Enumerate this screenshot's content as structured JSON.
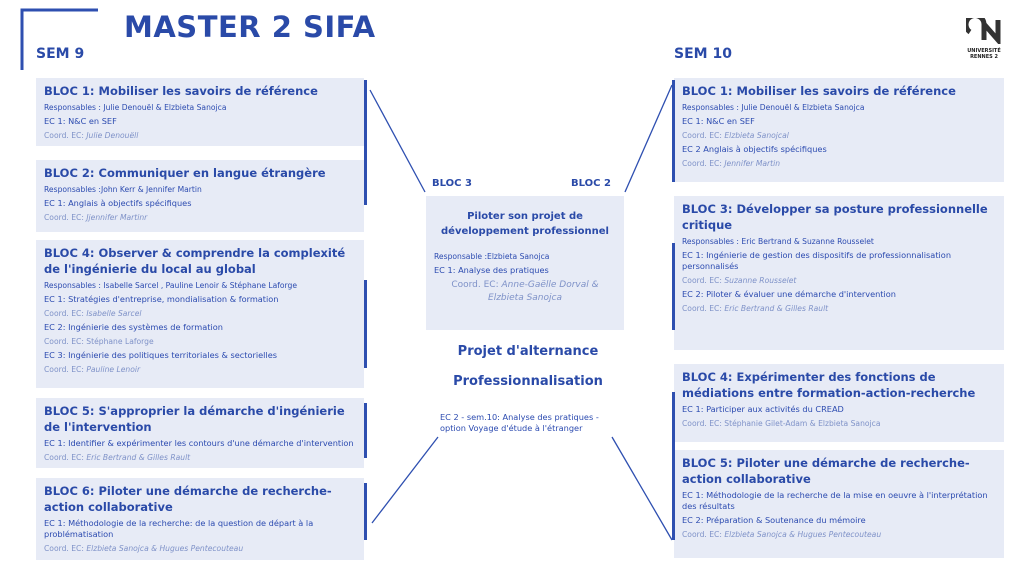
{
  "title": "MASTER 2 SIFA",
  "logo": {
    "text1": "UNIVERSITÉ",
    "text2": "RENNES 2"
  },
  "sem9": {
    "label": "SEM 9",
    "blocs": [
      {
        "title": "BLOC 1: Mobiliser les savoirs de référence",
        "lines": [
          {
            "kind": "resp",
            "text": "Responsables : Julie Denouël & Elzbieta Sanojca"
          },
          {
            "kind": "ec",
            "text": "EC 1: N&C en SEF"
          },
          {
            "kind": "coord",
            "label": "Coord. EC:",
            "text": "Julie Denouëll"
          }
        ]
      },
      {
        "title": "BLOC 2: Communiquer en langue étrangère",
        "lines": [
          {
            "kind": "resp",
            "text": "Responsables :John Kerr & Jennifer Martin"
          },
          {
            "kind": "ec",
            "text": "EC 1: Anglais à objectifs spécifiques"
          },
          {
            "kind": "coord",
            "label": "Coord. EC:",
            "text": "Jjennifer Martinr"
          }
        ]
      },
      {
        "title": "BLOC 4: Observer & comprendre la complexité de l'ingénierie du local au global",
        "lines": [
          {
            "kind": "resp",
            "text": "Responsables : Isabelle Sarcel , Pauline Lenoir & Stéphane Laforge"
          },
          {
            "kind": "ec",
            "text": "EC 1: Stratégies d'entreprise, mondialisation & formation"
          },
          {
            "kind": "coord",
            "label": "Coord. EC:",
            "text": "Isabelle Sarcel"
          },
          {
            "kind": "ec",
            "text": "EC 2: Ingénierie des systèmes de formation"
          },
          {
            "kind": "coord",
            "label": "Coord. EC: Stéphane Laforge",
            "text": ""
          },
          {
            "kind": "ec",
            "text": "EC 3: Ingénierie des politiques territoriales & sectorielles"
          },
          {
            "kind": "coord",
            "label": "Coord. EC:",
            "text": "Pauline Lenoir"
          }
        ]
      },
      {
        "title": "BLOC 5: S'approprier la démarche d'ingénierie de l'intervention",
        "lines": [
          {
            "kind": "ec",
            "text": "EC 1: Identifier & expérimenter les contours d'une démarche d'intervention"
          },
          {
            "kind": "coord",
            "label": "Coord. EC:",
            "text": "Eric Bertrand & Gilles Rault"
          }
        ]
      },
      {
        "title": "BLOC 6: Piloter une démarche de recherche-action collaborative",
        "lines": [
          {
            "kind": "ec",
            "text": "EC 1: Méthodologie de la recherche: de la question de départ à la problématisation"
          },
          {
            "kind": "coord",
            "label": "Coord. EC:",
            "text": "Elzbieta Sanojca & Hugues Pentecouteau"
          }
        ]
      }
    ]
  },
  "center": {
    "bloc3_label": "BLOC 3",
    "bloc2_label": "BLOC 2",
    "title": "Piloter son projet de développement professionnel",
    "resp": "Responsable :Elzbieta Sanojca",
    "ec": "EC 1: Analyse des pratiques",
    "coord_label": "Coord. EC:",
    "coord": "Anne-Gaëlle Dorval & Elzbieta Sanojca",
    "heading1": "Projet d'alternance",
    "heading2": "Professionnalisation",
    "ec2": "EC 2 - sem.10: Analyse des pratiques - option Voyage d'étude à l'étranger"
  },
  "sem10": {
    "label": "SEM 10",
    "blocs": [
      {
        "title": "BLOC 1: Mobiliser les savoirs de référence",
        "lines": [
          {
            "kind": "resp",
            "text": "Responsables : Julie Denouël & Elzbieta Sanojca"
          },
          {
            "kind": "ec",
            "text": "EC 1: N&C en SEF"
          },
          {
            "kind": "coord",
            "label": "Coord. EC:",
            "text": "Elzbieta Sanojcal"
          },
          {
            "kind": "ec",
            "text": "EC 2 Anglais à objectifs spécifiques"
          },
          {
            "kind": "coord",
            "label": "Coord. EC:",
            "text": "Jennifer Martin"
          }
        ]
      },
      {
        "title": "BLOC 3: Développer sa posture professionnelle critique",
        "lines": [
          {
            "kind": "resp",
            "text": "Responsables : Eric Bertrand & Suzanne Rousselet"
          },
          {
            "kind": "ec",
            "text": "EC 1: Ingénierie de gestion des dispositifs de professionnalisation personnalisés"
          },
          {
            "kind": "coord",
            "label": "Coord. EC:",
            "text": "Suzanne Rousselet"
          },
          {
            "kind": "ec",
            "text": "EC 2: Piloter & évaluer une démarche d'intervention"
          },
          {
            "kind": "coord",
            "label": "Coord. EC:",
            "text": "Eric Bertrand & Gilles Rault"
          }
        ]
      },
      {
        "title": "BLOC 4: Expérimenter des fonctions de médiations entre formation-action-recherche",
        "lines": [
          {
            "kind": "ec",
            "text": "EC 1: Participer aux activités du CREAD"
          },
          {
            "kind": "coord",
            "label": "Coord. EC: Stéphanie Gilet-Adam & Elzbieta Sanojca",
            "text": ""
          }
        ]
      },
      {
        "title": "BLOC 5: Piloter une démarche de recherche-action collaborative",
        "lines": [
          {
            "kind": "ec",
            "text": "EC 1:  Méthodologie de la recherche de la mise en oeuvre à l'interprétation des résultats"
          },
          {
            "kind": "ec",
            "text": "EC 2:  Préparation & Soutenance du mémoire"
          },
          {
            "kind": "coord",
            "label": "Coord. EC:",
            "text": "Elzbieta Sanojca & Hugues Pentecouteau"
          }
        ]
      }
    ]
  }
}
